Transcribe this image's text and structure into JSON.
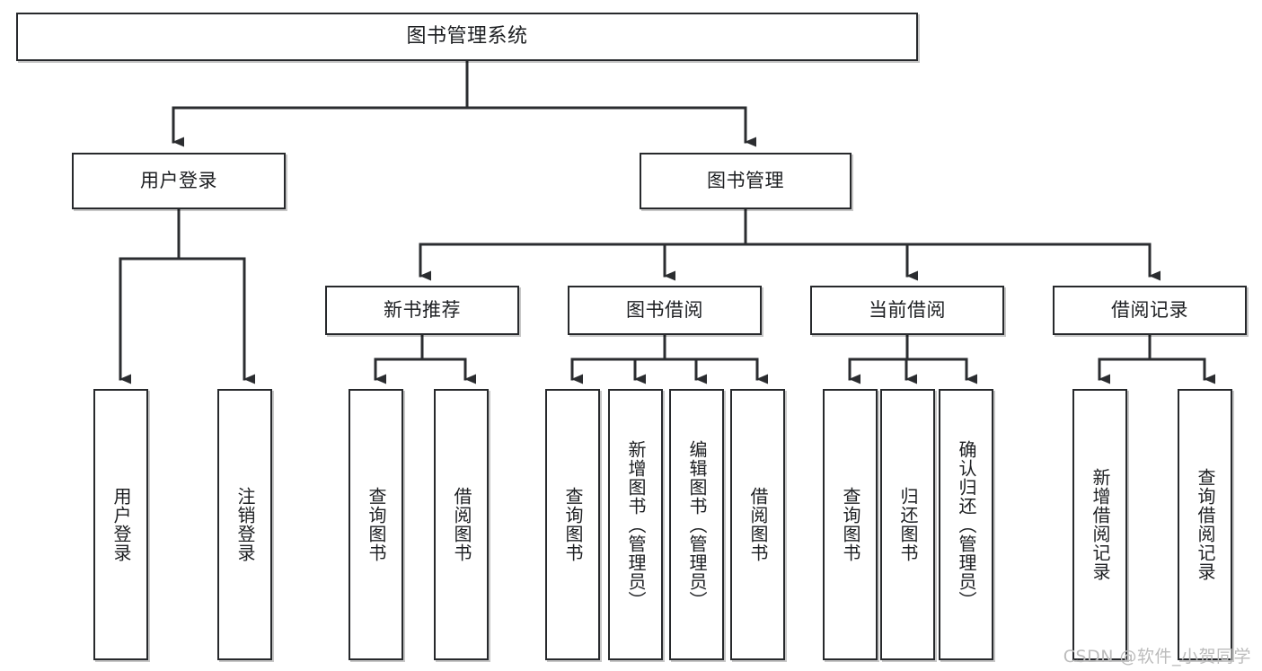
{
  "diagram": {
    "title": "图书管理系统",
    "type": "tree-hierarchy",
    "watermark": "CSDN @软件_小贺同学",
    "colors": {
      "box_border": "#27292c",
      "box_fill": "#ffffff",
      "connector": "#2b2d30",
      "text": "#1d1f22",
      "watermark": "#bcbcbc"
    },
    "nodes": {
      "root": {
        "label": "图书管理系统"
      },
      "level2": [
        {
          "label": "用户登录"
        },
        {
          "label": "图书管理"
        }
      ],
      "level3": [
        {
          "label": "新书推荐"
        },
        {
          "label": "图书借阅"
        },
        {
          "label": "当前借阅"
        },
        {
          "label": "借阅记录"
        }
      ],
      "leaves": [
        {
          "label": "用户登录"
        },
        {
          "label": "注销登录"
        },
        {
          "label": "查询图书"
        },
        {
          "label": "借阅图书"
        },
        {
          "label": "查询图书"
        },
        {
          "label": "新增图书（管理员）"
        },
        {
          "label": "编辑图书（管理员）"
        },
        {
          "label": "借阅图书"
        },
        {
          "label": "查询图书"
        },
        {
          "label": "归还图书"
        },
        {
          "label": "确认归还（管理员）"
        },
        {
          "label": "新增借阅记录"
        },
        {
          "label": "查询借阅记录"
        }
      ]
    }
  }
}
